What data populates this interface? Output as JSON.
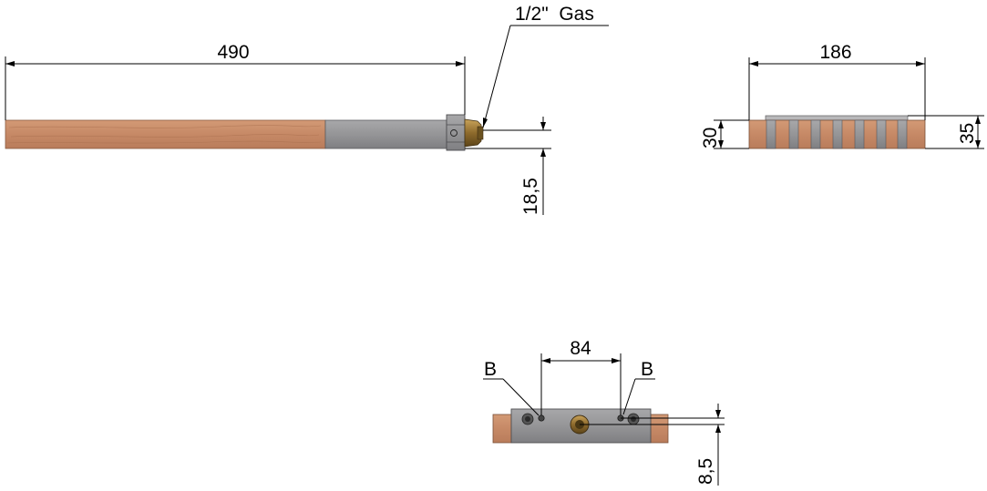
{
  "drawing": {
    "side_view": {
      "length_label": "490",
      "connection_label": "1/2\"  Gas",
      "offset_label": "18,5"
    },
    "end_view": {
      "width_label": "186",
      "height_left_label": "30",
      "height_right_label": "35"
    },
    "bottom_view": {
      "spacing_label": "84",
      "hole_label_left": "B",
      "hole_label_right": "B",
      "offset_label": "8,5"
    },
    "colors": {
      "wood": "#c98d69",
      "wood_grain": "#b67654",
      "metal": "#9a9a9c",
      "metal_dark": "#6f6f72",
      "brass": "#a07a3a"
    }
  }
}
